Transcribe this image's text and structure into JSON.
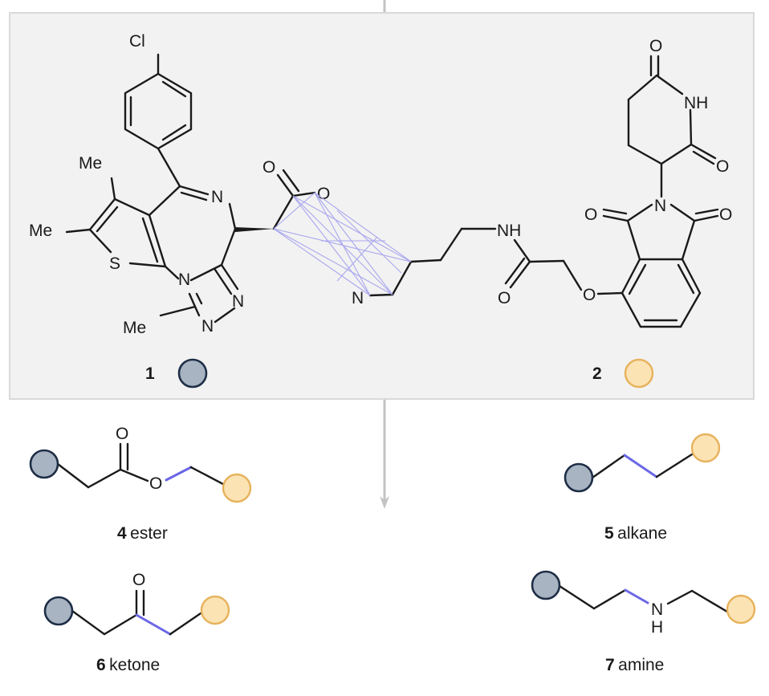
{
  "colors": {
    "panel_fill": "#f2f2f2",
    "panel_border": "#d9d9d9",
    "flow_arrow": "#c3c3c3",
    "fragment_1": "#a8b4c2",
    "fragment_1_outline": "#1e2e46",
    "fragment_2": "#fbe3b4",
    "fragment_2_outline": "#e7b25c",
    "new_bond": "#6a67e6",
    "bond": "#1a1a1a"
  },
  "reactants": {
    "r1": {
      "number": "1",
      "atoms": {
        "cl": "Cl",
        "me_top": "Me",
        "me_left": "Me",
        "me_bottom": "Me",
        "s": "S",
        "n_imine": "N",
        "n_ring": "N",
        "n_tr1": "N",
        "n_tr2": "N",
        "o_carbonyl": "O",
        "o_single": "O"
      }
    },
    "r2": {
      "number": "2",
      "atoms": {
        "n_azetidine": "N",
        "nh_amide": "NH",
        "o_amide": "O",
        "o_ether": "O",
        "n_imide": "N",
        "o_imide_left": "O",
        "o_imide_right": "O",
        "o_pip_top": "O",
        "nh_pip": "NH",
        "o_pip_right": "O"
      }
    }
  },
  "products": [
    {
      "id": "p4",
      "number": "4",
      "label": "ester",
      "atoms": [
        "O",
        "O"
      ]
    },
    {
      "id": "p5",
      "number": "5",
      "label": "alkane",
      "atoms": []
    },
    {
      "id": "p6",
      "number": "6",
      "label": "ketone",
      "atoms": [
        "O"
      ]
    },
    {
      "id": "p7",
      "number": "7",
      "label": "amine",
      "atoms": [
        "N",
        "H"
      ]
    }
  ]
}
